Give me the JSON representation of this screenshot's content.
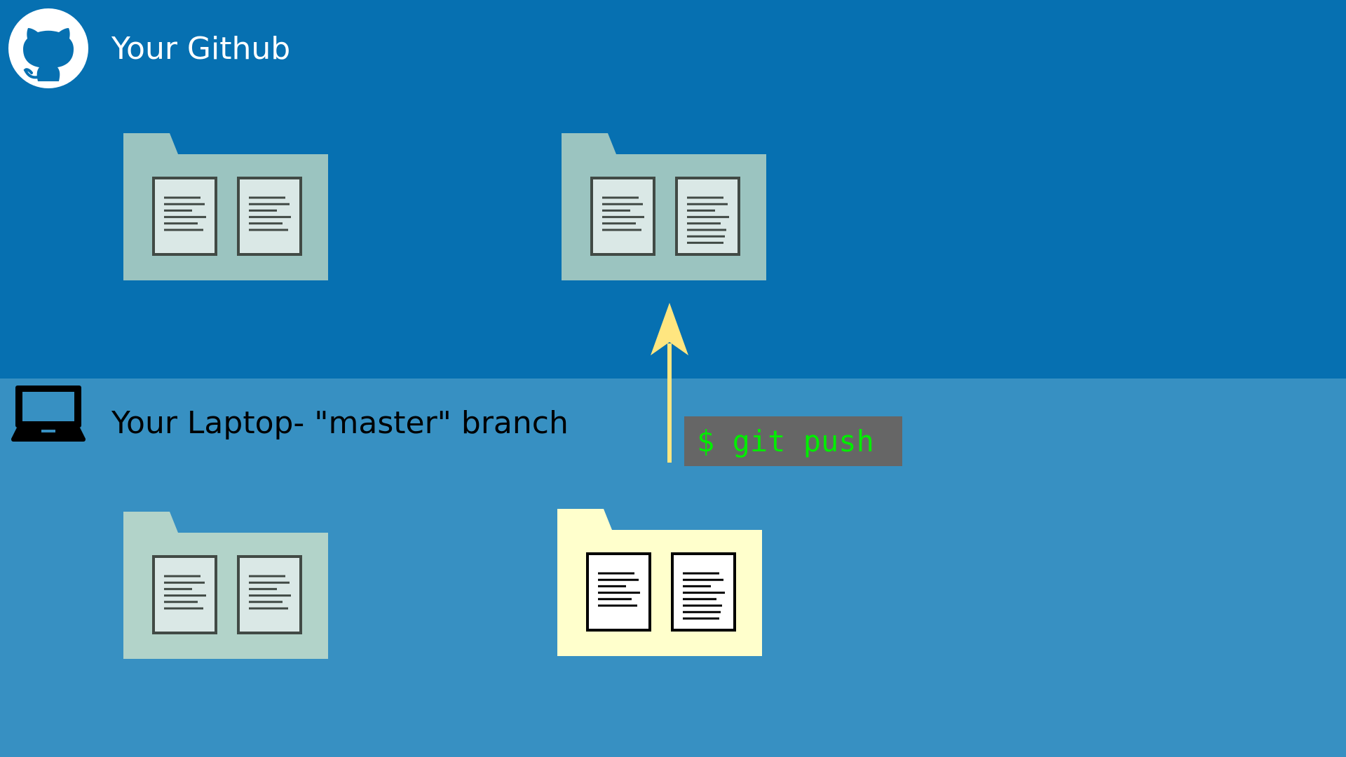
{
  "colors": {
    "top_bg": "#0670b1",
    "bottom_bg": "#3790c2",
    "title_top": "#ffffff",
    "title_bottom": "#000000",
    "folder_remote": "#9bc4c0",
    "folder_local": "#b2d3c9",
    "folder_changed": "#ffffcc",
    "doc_fill_soft": "#dae8e6",
    "doc_stroke_soft": "#414a45",
    "doc_fill_changed": "#ffffff",
    "doc_stroke_changed": "#000000",
    "arrow": "#ffe680",
    "command_bg": "#666666",
    "command_text": "#00ee00"
  },
  "top": {
    "title": "Your Github",
    "icon": "github-icon",
    "folders": [
      {
        "name": "remote-repo-folder-1",
        "docs": [
          6,
          6
        ],
        "style": "remote"
      },
      {
        "name": "remote-repo-folder-2",
        "docs": [
          6,
          8
        ],
        "style": "remote"
      }
    ]
  },
  "bottom": {
    "title": "Your Laptop- \"master\" branch",
    "icon": "laptop-icon",
    "folders": [
      {
        "name": "local-repo-folder-1",
        "docs": [
          6,
          6
        ],
        "style": "local"
      },
      {
        "name": "local-repo-folder-2",
        "docs": [
          6,
          8
        ],
        "style": "changed"
      }
    ]
  },
  "command": "$ git push",
  "arrow_icon": "arrow-up-icon"
}
